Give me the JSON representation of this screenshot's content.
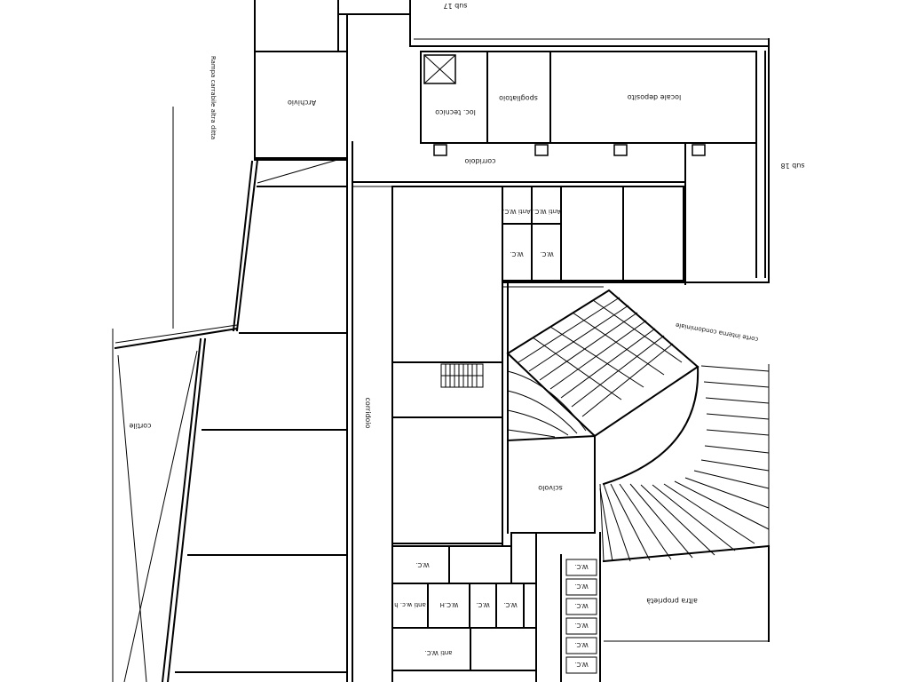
{
  "plan": {
    "labels": {
      "sub17": "sub 17",
      "archivio": "Archivio",
      "rampa": "Rampa carrabile altra ditta",
      "loc_tecnico": "loc. tecnico",
      "spogliatoio": "spogliatoio",
      "locale_deposito": "locale deposito",
      "corridoio_top": "corridoio",
      "sub18": "sub 18",
      "anti_wc_a": "Anti W.C.",
      "anti_wc_b": "Anti W.C.",
      "wc_a": "W.C.",
      "wc_b": "W.C.",
      "corte": "corte interna condominiale",
      "cortile": "cortile",
      "corridoio_vert": "corridoio",
      "scivolo": "scivolo",
      "wc_c": "W.C.",
      "anti_wc_h": "anti w.c. h",
      "wc_h": "W.C.H",
      "wc_d": "W.C.",
      "wc_e": "W.C.",
      "anti_wc_c": "anti W.C.",
      "altra_proprieta": "altra proprietà",
      "wc_r1": "W.C.",
      "wc_r2": "W.C.",
      "wc_r3": "W.C.",
      "wc_r4": "W.C.",
      "wc_r5": "W.C.",
      "wc_r6": "W.C."
    }
  }
}
